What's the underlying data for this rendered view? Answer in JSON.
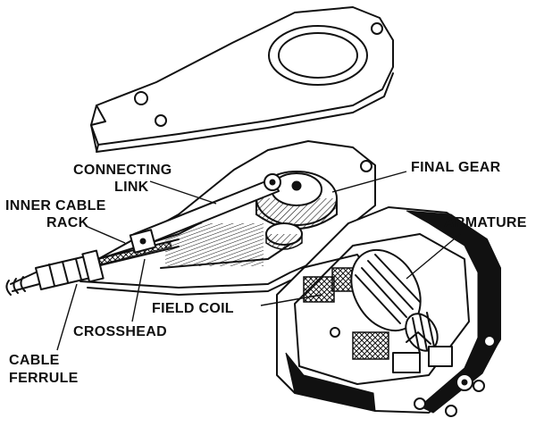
{
  "labels": {
    "connecting_link_line1": "CONNECTING",
    "connecting_link_line2": "LINK",
    "inner_cable_rack_line1": "INNER CABLE",
    "inner_cable_rack_line2": "RACK",
    "final_gear": "FINAL GEAR",
    "armature": "ARMATURE",
    "field_coil": "FIELD COIL",
    "crosshead": "CROSSHEAD",
    "cable_ferrule_line1": "CABLE",
    "cable_ferrule_line2": "FERRULE"
  },
  "colors": {
    "ink": "#111111",
    "paper": "#ffffff"
  }
}
